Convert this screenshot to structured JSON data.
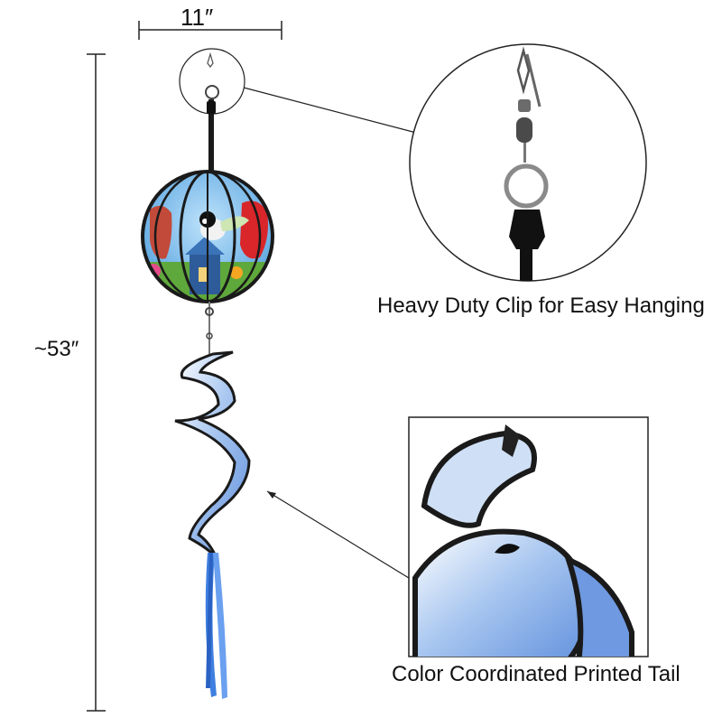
{
  "dimensions": {
    "width_label": "11″",
    "height_label": "~53″"
  },
  "callouts": {
    "clip_caption": "Heavy Duty Clip for Easy Hanging",
    "tail_caption": "Color Coordinated Printed Tail"
  },
  "colors": {
    "sky_blue": "#6fb3e8",
    "tail_blue": "#7aa8e6",
    "tail_light": "#dce9f8",
    "grass_green": "#5fa83b",
    "cardinal_red": "#d8262a",
    "frame_black": "#1a1a1a",
    "ribbon_blue": "#3f7fe0"
  }
}
